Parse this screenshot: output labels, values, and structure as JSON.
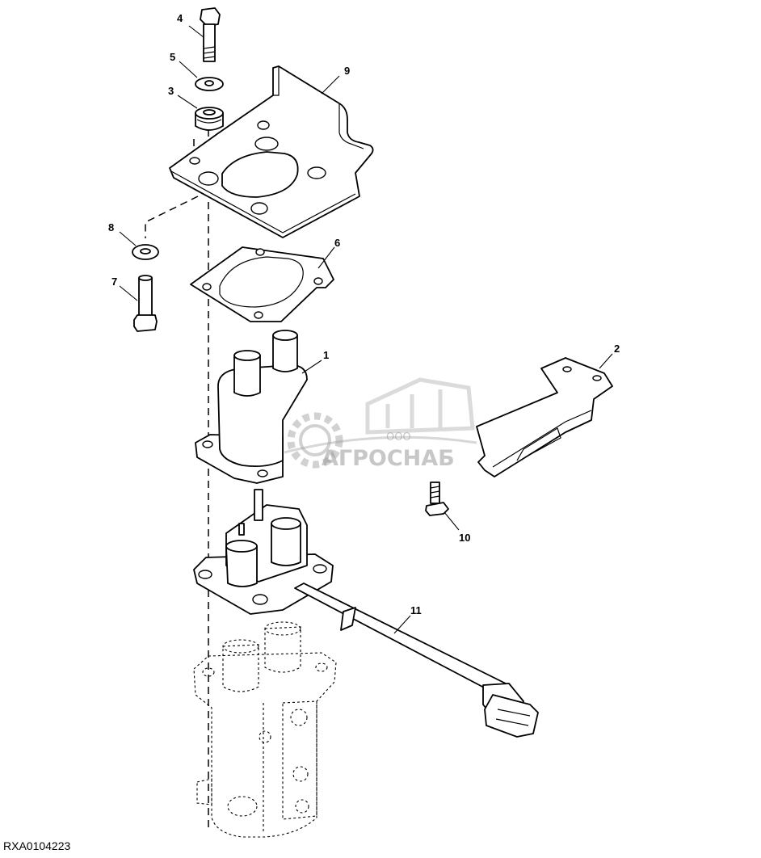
{
  "callouts": [
    {
      "id": "4",
      "text": "4"
    },
    {
      "id": "5",
      "text": "5"
    },
    {
      "id": "3",
      "text": "3"
    },
    {
      "id": "9",
      "text": "9"
    },
    {
      "id": "8",
      "text": "8"
    },
    {
      "id": "7",
      "text": "7"
    },
    {
      "id": "6",
      "text": "6"
    },
    {
      "id": "1",
      "text": "1"
    },
    {
      "id": "2",
      "text": "2"
    },
    {
      "id": "10",
      "text": "10"
    },
    {
      "id": "11",
      "text": "11"
    }
  ],
  "watermark": {
    "line1": "ООО",
    "line2": "АГРОСНАБ"
  },
  "drawing_code": "RXA0104223"
}
